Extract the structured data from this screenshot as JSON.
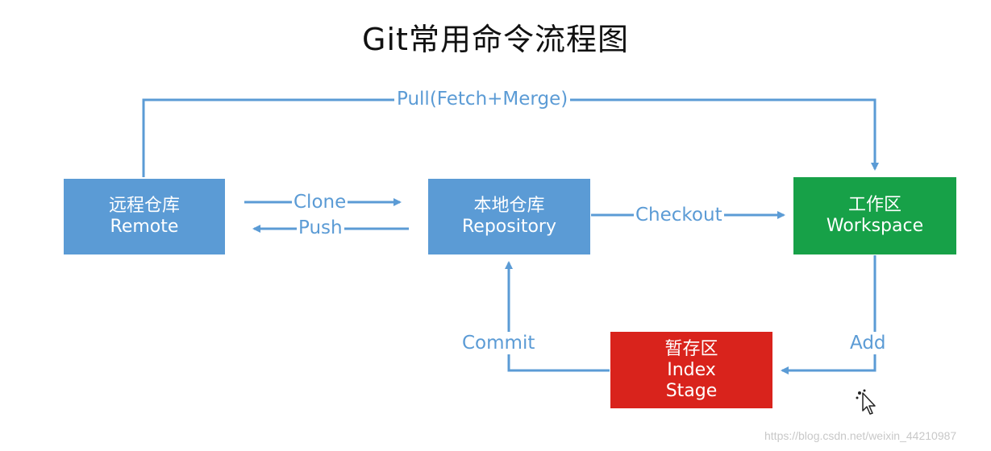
{
  "title": "Git常用命令流程图",
  "nodes": {
    "remote": {
      "line1": "远程仓库",
      "line2": "Remote",
      "color": "#5b9bd5"
    },
    "repository": {
      "line1": "本地仓库",
      "line2": "Repository",
      "color": "#5b9bd5"
    },
    "workspace": {
      "line1": "工作区",
      "line2": "Workspace",
      "color": "#17a148"
    },
    "stage": {
      "line1": "暂存区",
      "line2": "Index",
      "line3": "Stage",
      "color": "#d9231c"
    }
  },
  "edges": {
    "pull": "Pull(Fetch+Merge)",
    "clone": "Clone",
    "push": "Push",
    "checkout": "Checkout",
    "commit": "Commit",
    "add": "Add"
  },
  "arrow_color": "#5b9bd5",
  "watermark": "https://blog.csdn.net/weixin_44210987"
}
